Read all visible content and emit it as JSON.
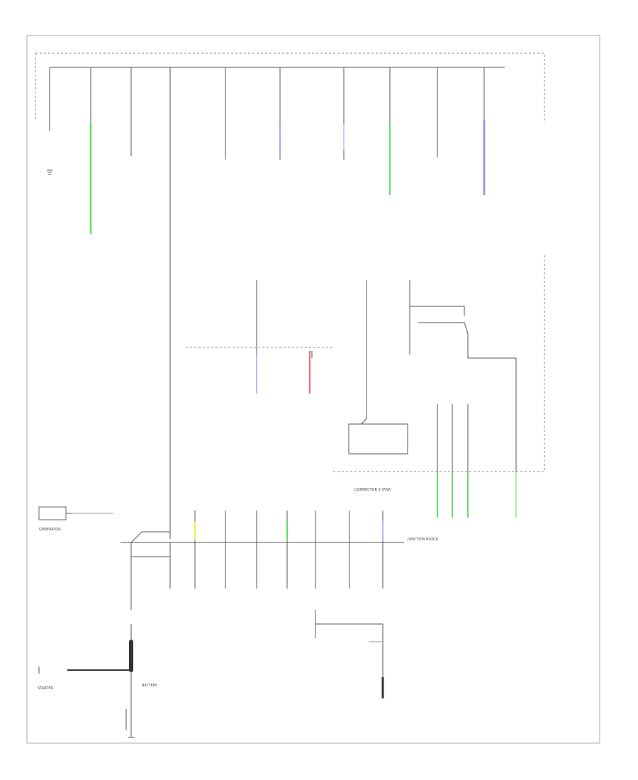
{
  "colors": {
    "wire": "#555555",
    "frame": "#999999",
    "green": "#66dd66",
    "blue": "#8888ff",
    "lightblue": "#b8b8ff",
    "red": "#ee6677",
    "yellow": "#eeee55"
  },
  "labels": {
    "connector_label_1": "CONNECTOR 1 (P/W)",
    "connector_label_2": "JUNCTION BLOCK",
    "battery": "BATTERY",
    "starter": "STARTER",
    "generator": "GENERATOR"
  }
}
